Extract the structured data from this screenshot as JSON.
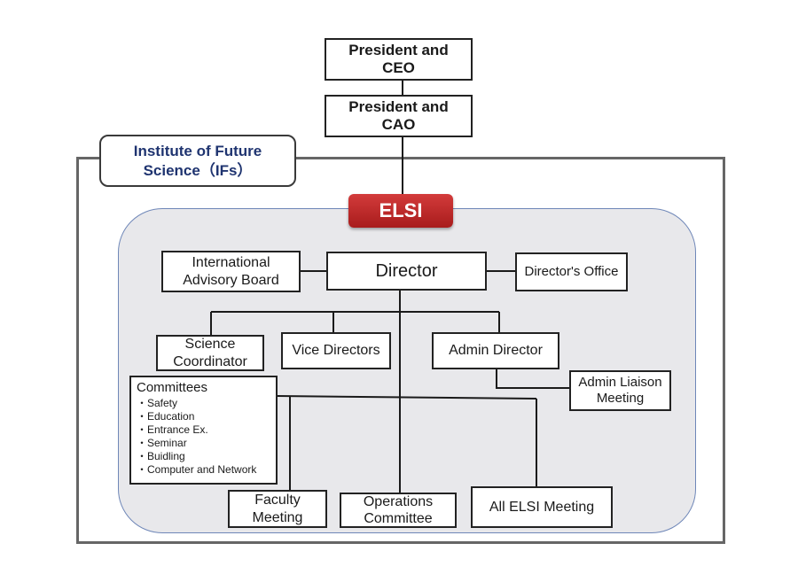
{
  "chart": {
    "president_ceo": "President and\nCEO",
    "president_cao": "President and\nCAO",
    "institute_label": "Institute of Future\nScience（IFs）",
    "elsi_badge": "ELSI",
    "international_advisory_board": "International\nAdvisory Board",
    "director": "Director",
    "directors_office": "Director's Office",
    "science_coordinator": "Science\nCoordinator",
    "vice_directors": "Vice Directors",
    "admin_director": "Admin Director",
    "admin_liaison_meeting": "Admin Liaison\nMeeting",
    "committees": {
      "title": "Committees",
      "items": [
        "・Safety",
        "・Education",
        "・Entrance Ex.",
        "・Seminar",
        "・Buidling",
        "・Computer and Network"
      ]
    },
    "faculty_meeting": "Faculty\nMeeting",
    "operations_committee": "Operations\nCommittee",
    "all_elsi_meeting": "All ELSI Meeting"
  },
  "colors": {
    "elsi_red": "#c62828",
    "institute_text": "#1f3470",
    "elsi_area": "#e8e8eb"
  }
}
